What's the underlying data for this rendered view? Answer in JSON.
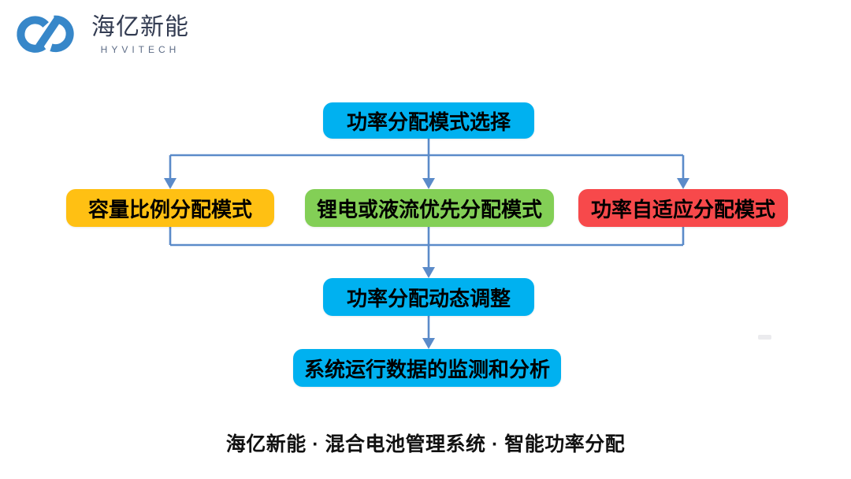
{
  "logo": {
    "brand_cn": "海亿新能",
    "brand_en": "HYVITECH"
  },
  "colors": {
    "node_blue": "#00B1F0",
    "node_yellow": "#FFC013",
    "node_green": "#83CF56",
    "node_red": "#F7494B",
    "connector": "#5B8BC9",
    "logo_blue": "#3787C9",
    "brand_cn_color": "#333C52",
    "brand_en_color": "#5D6C86",
    "text": "#111111"
  },
  "flowchart": {
    "nodes": {
      "mode_select": {
        "label": "功率分配模式选择",
        "color": "#00B1F0"
      },
      "capacity_ratio": {
        "label": "容量比例分配模式",
        "color": "#FFC013"
      },
      "priority": {
        "label": "锂电或液流优先分配模式",
        "color": "#83CF56"
      },
      "adaptive": {
        "label": "功率自适应分配模式",
        "color": "#F7494B"
      },
      "dynamic_adjust": {
        "label": "功率分配动态调整",
        "color": "#00B1F0"
      },
      "monitor": {
        "label": "系统运行数据的监测和分析",
        "color": "#00B1F0"
      }
    },
    "edges": [
      "功率分配模式选择 -> 容量比例分配模式",
      "功率分配模式选择 -> 锂电或液流优先分配模式",
      "功率分配模式选择 -> 功率自适应分配模式",
      "容量比例分配模式 -> 功率分配动态调整",
      "锂电或液流优先分配模式 -> 功率分配动态调整",
      "功率自适应分配模式 -> 功率分配动态调整",
      "功率分配动态调整 -> 系统运行数据的监测和分析"
    ]
  },
  "caption": "海亿新能 · 混合电池管理系统 · 智能功率分配"
}
